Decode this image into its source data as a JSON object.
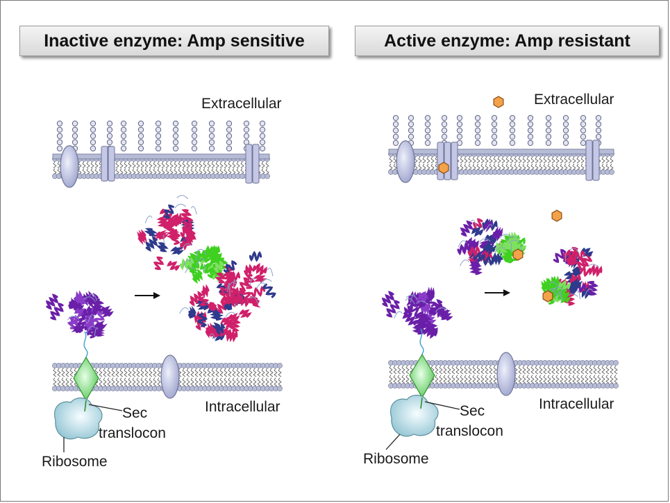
{
  "panels": {
    "left": {
      "title": "Inactive enzyme: Amp sensitive",
      "extracellular": "Extracellular",
      "intracellular": "Intracellular",
      "sec_line1": "Sec",
      "sec_line2": "translocon",
      "ribosome": "Ribosome"
    },
    "right": {
      "title": "Active enzyme: Amp resistant",
      "extracellular": "Extracellular",
      "intracellular": "Intracellular",
      "sec_line1": "Sec",
      "sec_line2": "translocon",
      "ribosome": "Ribosome"
    }
  },
  "colors": {
    "membrane_head": "#b7bcd6",
    "membrane_edge": "#6f7394",
    "protein_barrel": "#c4c8e6",
    "translocon": "#8fe08f",
    "ribosome": "#bfe0e8",
    "magenta_helix": "#d0206a",
    "purple_domain": "#6a1fa8",
    "navy_sheet": "#2e3a8c",
    "green_linker": "#3fd020",
    "antibiotic": "#f3a24a"
  }
}
